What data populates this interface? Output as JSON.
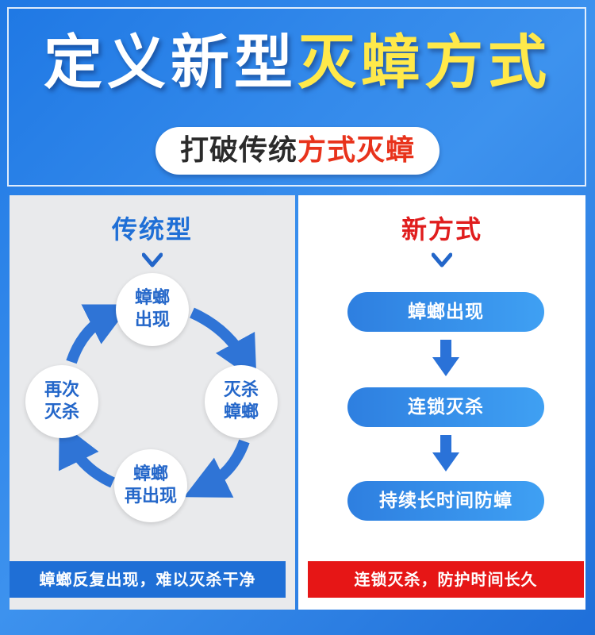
{
  "header": {
    "title_white": "定义新型",
    "title_yellow": "灭蟑方式",
    "subtitle_dark": "打破传统",
    "subtitle_red": "方式灭蟑"
  },
  "traditional": {
    "title": "传统型",
    "cycle": [
      {
        "line1": "蟑螂",
        "line2": "出现"
      },
      {
        "line1": "灭杀",
        "line2": "蟑螂"
      },
      {
        "line1": "蟑螂",
        "line2": "再出现"
      },
      {
        "line1": "再次",
        "line2": "灭杀"
      }
    ],
    "footer": "蟑螂反复出现，难以灭杀干净"
  },
  "new_method": {
    "title": "新方式",
    "steps": [
      "蟑螂出现",
      "连锁灭杀",
      "持续长时间防蟑"
    ],
    "footer": "连锁灭杀，防护时间长久"
  },
  "colors": {
    "blue": "#1f6fd6",
    "red": "#e01d1d",
    "yellow": "#ffe94a"
  }
}
